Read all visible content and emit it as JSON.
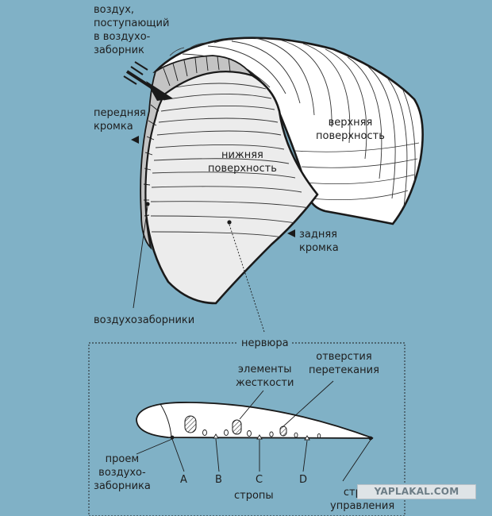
{
  "labels": {
    "intake_air": "воздух,\nпоступающий\nв воздухо-\nзаборник",
    "leading_edge": "передняя\nкромка",
    "top_surface": "верхняя\nповерхность",
    "bottom_surface": "нижняя\nповерхность",
    "trailing_edge": "задняя\nкромка",
    "cell_openings": "воздухозаборники",
    "rib": "нервюра",
    "stiffeners": "элементы\nжесткости",
    "crossports": "отверстия\nперетекания",
    "intake_opening": "проем\nвоздухо-\nзаборника",
    "line_a": "A",
    "line_b": "B",
    "line_c": "C",
    "line_d": "D",
    "lines": "стропы",
    "brake_line": "стропа\nуправления"
  },
  "watermark": "YAPLAKAL.COM",
  "colors": {
    "background": "#80b1c6",
    "canopy_fill": "#ffffff",
    "bottom_fill": "#ececec",
    "leading_edge_band": "#c4c4c4",
    "outline": "#1a1a1a"
  }
}
